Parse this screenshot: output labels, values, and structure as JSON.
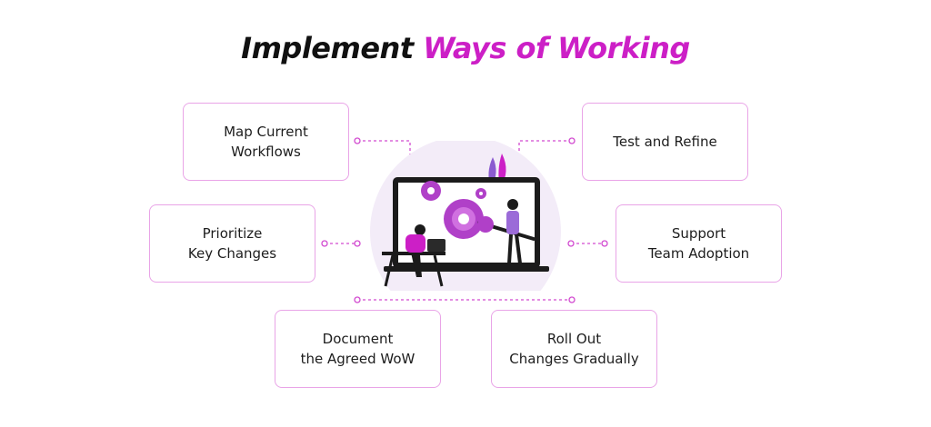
{
  "title": {
    "part1": "Implement",
    "part2": "Ways of Working"
  },
  "colors": {
    "accent": "#cc1fc6",
    "box_border": "#e9a4e7",
    "connector": "#d24ad0",
    "illustration_purple": "#b040c8"
  },
  "steps": [
    {
      "label": "Map Current\nWorkflows"
    },
    {
      "label": "Test and Refine"
    },
    {
      "label": "Prioritize\nKey Changes"
    },
    {
      "label": "Support\nTeam Adoption"
    },
    {
      "label": "Document\nthe Agreed WoW"
    },
    {
      "label": "Roll Out\nChanges Gradually"
    }
  ],
  "illustration": {
    "icons": [
      "laptop-icon",
      "gear-icon",
      "wrench-icon",
      "person-icon"
    ]
  }
}
